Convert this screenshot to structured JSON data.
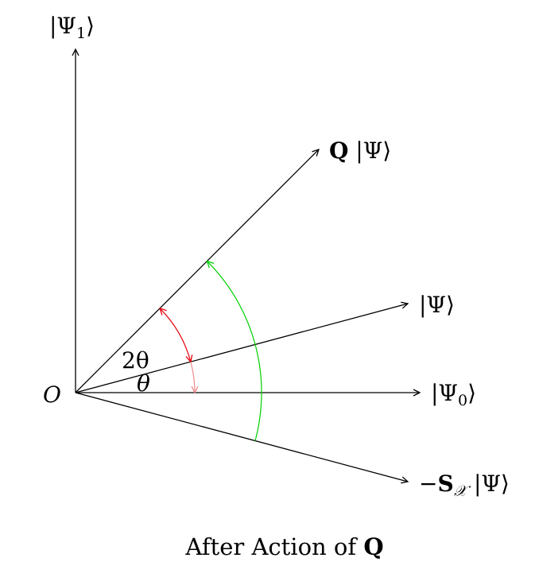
{
  "diagram": {
    "origin_label": "O",
    "vectors": [
      {
        "id": "psi1",
        "label_main": "|Ψ",
        "label_sub": "1",
        "label_end": "⟩",
        "angle_deg": 90
      },
      {
        "id": "q_psi",
        "label_bold": "Q",
        "label_main": " |Ψ⟩",
        "angle_deg": 45
      },
      {
        "id": "psi",
        "label_main": "|Ψ⟩",
        "angle_deg": 15
      },
      {
        "id": "psi0",
        "label_main": "|Ψ",
        "label_sub": "0",
        "label_end": "⟩",
        "angle_deg": 0
      },
      {
        "id": "neg_s",
        "label_pre": "−",
        "label_bold": "S",
        "label_sub": "𝒳",
        "label_main": " |Ψ⟩",
        "angle_deg": -15
      }
    ],
    "angles": {
      "theta_label": "θ",
      "two_theta_label": "2θ"
    },
    "colors": {
      "axes": "#000000",
      "red_arc": "#e8000b",
      "pink_arc": "#f08a8a",
      "green_arc": "#00d000"
    }
  },
  "caption": {
    "text": "After Action of ",
    "bold": "Q"
  }
}
